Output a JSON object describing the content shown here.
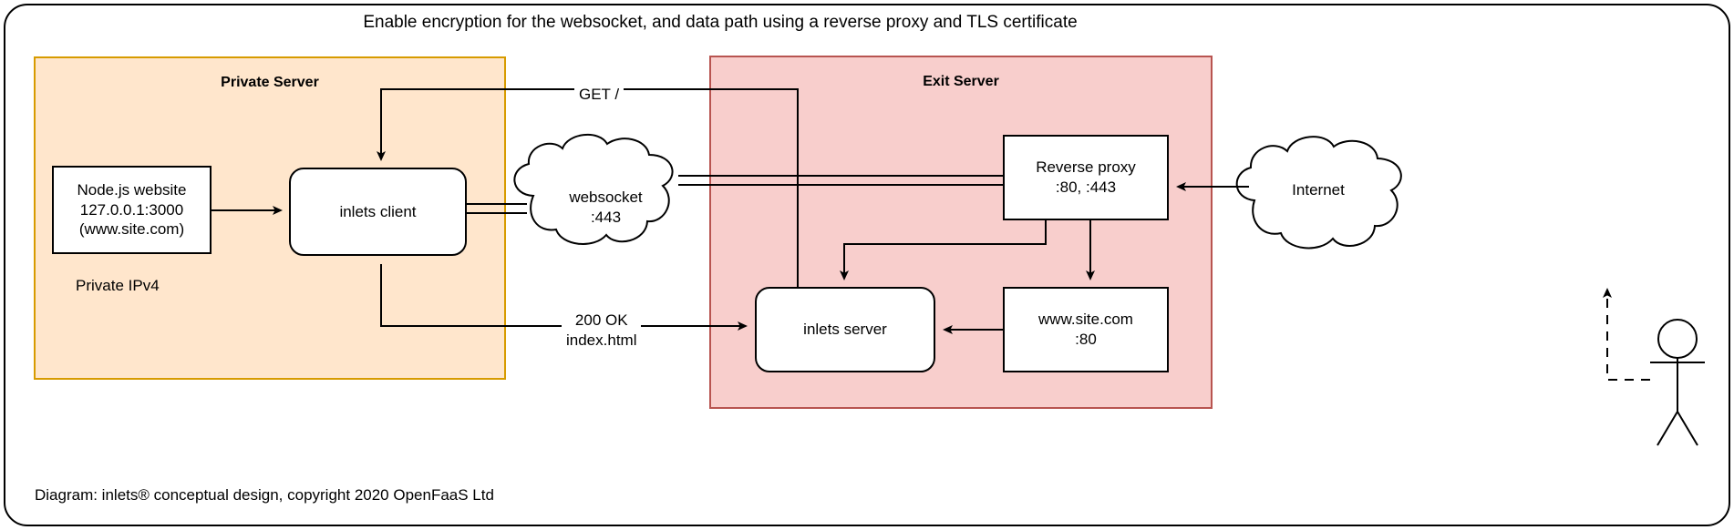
{
  "diagram": {
    "title": "Enable encryption for the websocket, and data path using a reverse proxy and TLS certificate",
    "caption": "Diagram: inlets® conceptual design, copyright 2020 OpenFaaS Ltd",
    "colors": {
      "private_panel_fill": "#ffe6cc",
      "private_panel_border": "#d79b00",
      "exit_panel_fill": "#f8cecc",
      "exit_panel_border": "#b85450",
      "node_fill": "#ffffff",
      "stroke": "#000000"
    }
  },
  "panels": {
    "private": {
      "label": "Private Server"
    },
    "exit": {
      "label": "Exit Server"
    }
  },
  "nodes": {
    "node_website": {
      "line1": "Node.js website",
      "line2": "127.0.0.1:3000",
      "line3": "(www.site.com)"
    },
    "inlets_client": {
      "label": "inlets client"
    },
    "inlets_server": {
      "label": "inlets server"
    },
    "reverse_proxy": {
      "line1": "Reverse proxy",
      "line2": ":80, :443"
    },
    "site_backend": {
      "line1": "www.site.com",
      "line2": ":80"
    },
    "websocket_cloud": {
      "line1": "websocket",
      "line2": ":443"
    },
    "internet_cloud": {
      "label": "Internet"
    },
    "private_ipv4": {
      "label": "Private IPv4"
    },
    "actor": {
      "label": "user-actor"
    }
  },
  "edges": {
    "get_request": {
      "label": "GET /"
    },
    "response": {
      "line1": "200 OK",
      "line2": "index.html"
    }
  }
}
